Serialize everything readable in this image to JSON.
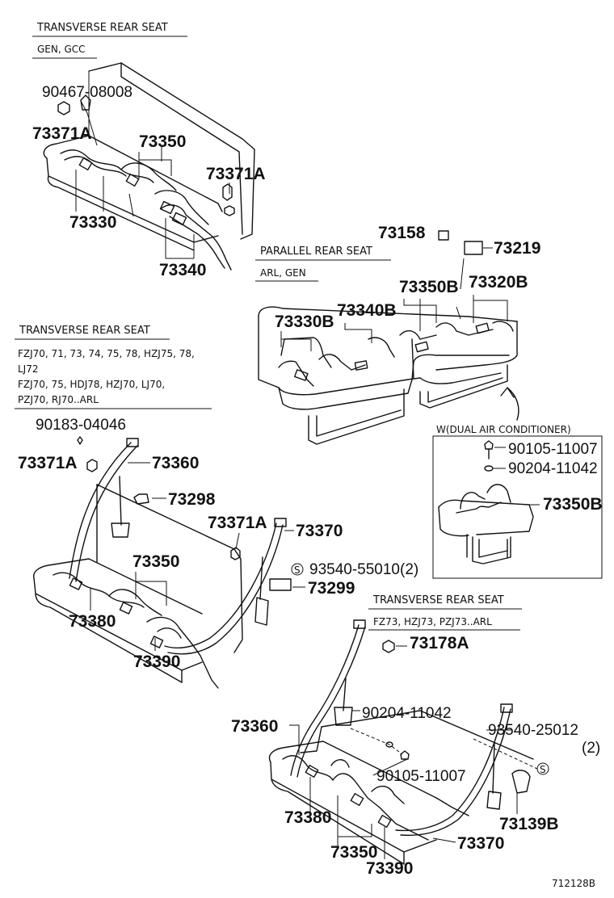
{
  "sections": {
    "top_left": {
      "title": "TRANSVERSE REAR SEAT",
      "subtitle": "GEN, GCC"
    },
    "top_right": {
      "title": "PARALLEL REAR SEAT",
      "subtitle": "ARL, GEN"
    },
    "middle_left": {
      "title": "TRANSVERSE REAR SEAT",
      "models_1": "FZJ70, 71, 73, 74, 75, 78, HZJ75, 78,",
      "models_2": "LJ72",
      "models_3": "FZJ70, 75, HDJ78, HZJ70, LJ70,",
      "models_4": "PZJ70, RJ70..ARL"
    },
    "inset": {
      "title": "W(DUAL AIR CONDITIONER)"
    },
    "bottom_right": {
      "title": "TRANSVERSE REAR SEAT",
      "subtitle": "FZ73, HZJ73, PZJ73..ARL"
    }
  },
  "parts": {
    "p90467_08008": "90467-08008",
    "p73371A_1": "73371A",
    "p73350_1": "73350",
    "p73371A_2": "73371A",
    "p73330": "73330",
    "p73340": "73340",
    "p73158": "73158",
    "p73219": "73219",
    "p73350B_1": "73350B",
    "p73320B": "73320B",
    "p73330B": "73330B",
    "p73340B": "73340B",
    "p90183_04046": "90183-04046",
    "p73371A_3": "73371A",
    "p73360_1": "73360",
    "p73298": "73298",
    "p73371A_4": "73371A",
    "p73370_1": "73370",
    "p73350_2": "73350",
    "p93540_55010": "93540-55010(2)",
    "p73299": "73299",
    "p73380_1": "73380",
    "p73390_1": "73390",
    "p90105_11007_1": "90105-11007",
    "p90204_11042_1": "90204-11042",
    "p73350B_2": "73350B",
    "p73178A": "73178A",
    "p73360_2": "73360",
    "p90204_11042_2": "90204-11042",
    "p93540_25012": "93540-25012",
    "p93540_25012_qty": "(2)",
    "p90105_11007_2": "90105-11007",
    "p73380_2": "73380",
    "p73139B": "73139B",
    "p73370_2": "73370",
    "p73350_3": "73350",
    "p73390_2": "73390"
  },
  "symbols": {
    "s_mark_1": "S",
    "s_mark_2": "S"
  },
  "footer": {
    "drawing_id": "712128B"
  }
}
